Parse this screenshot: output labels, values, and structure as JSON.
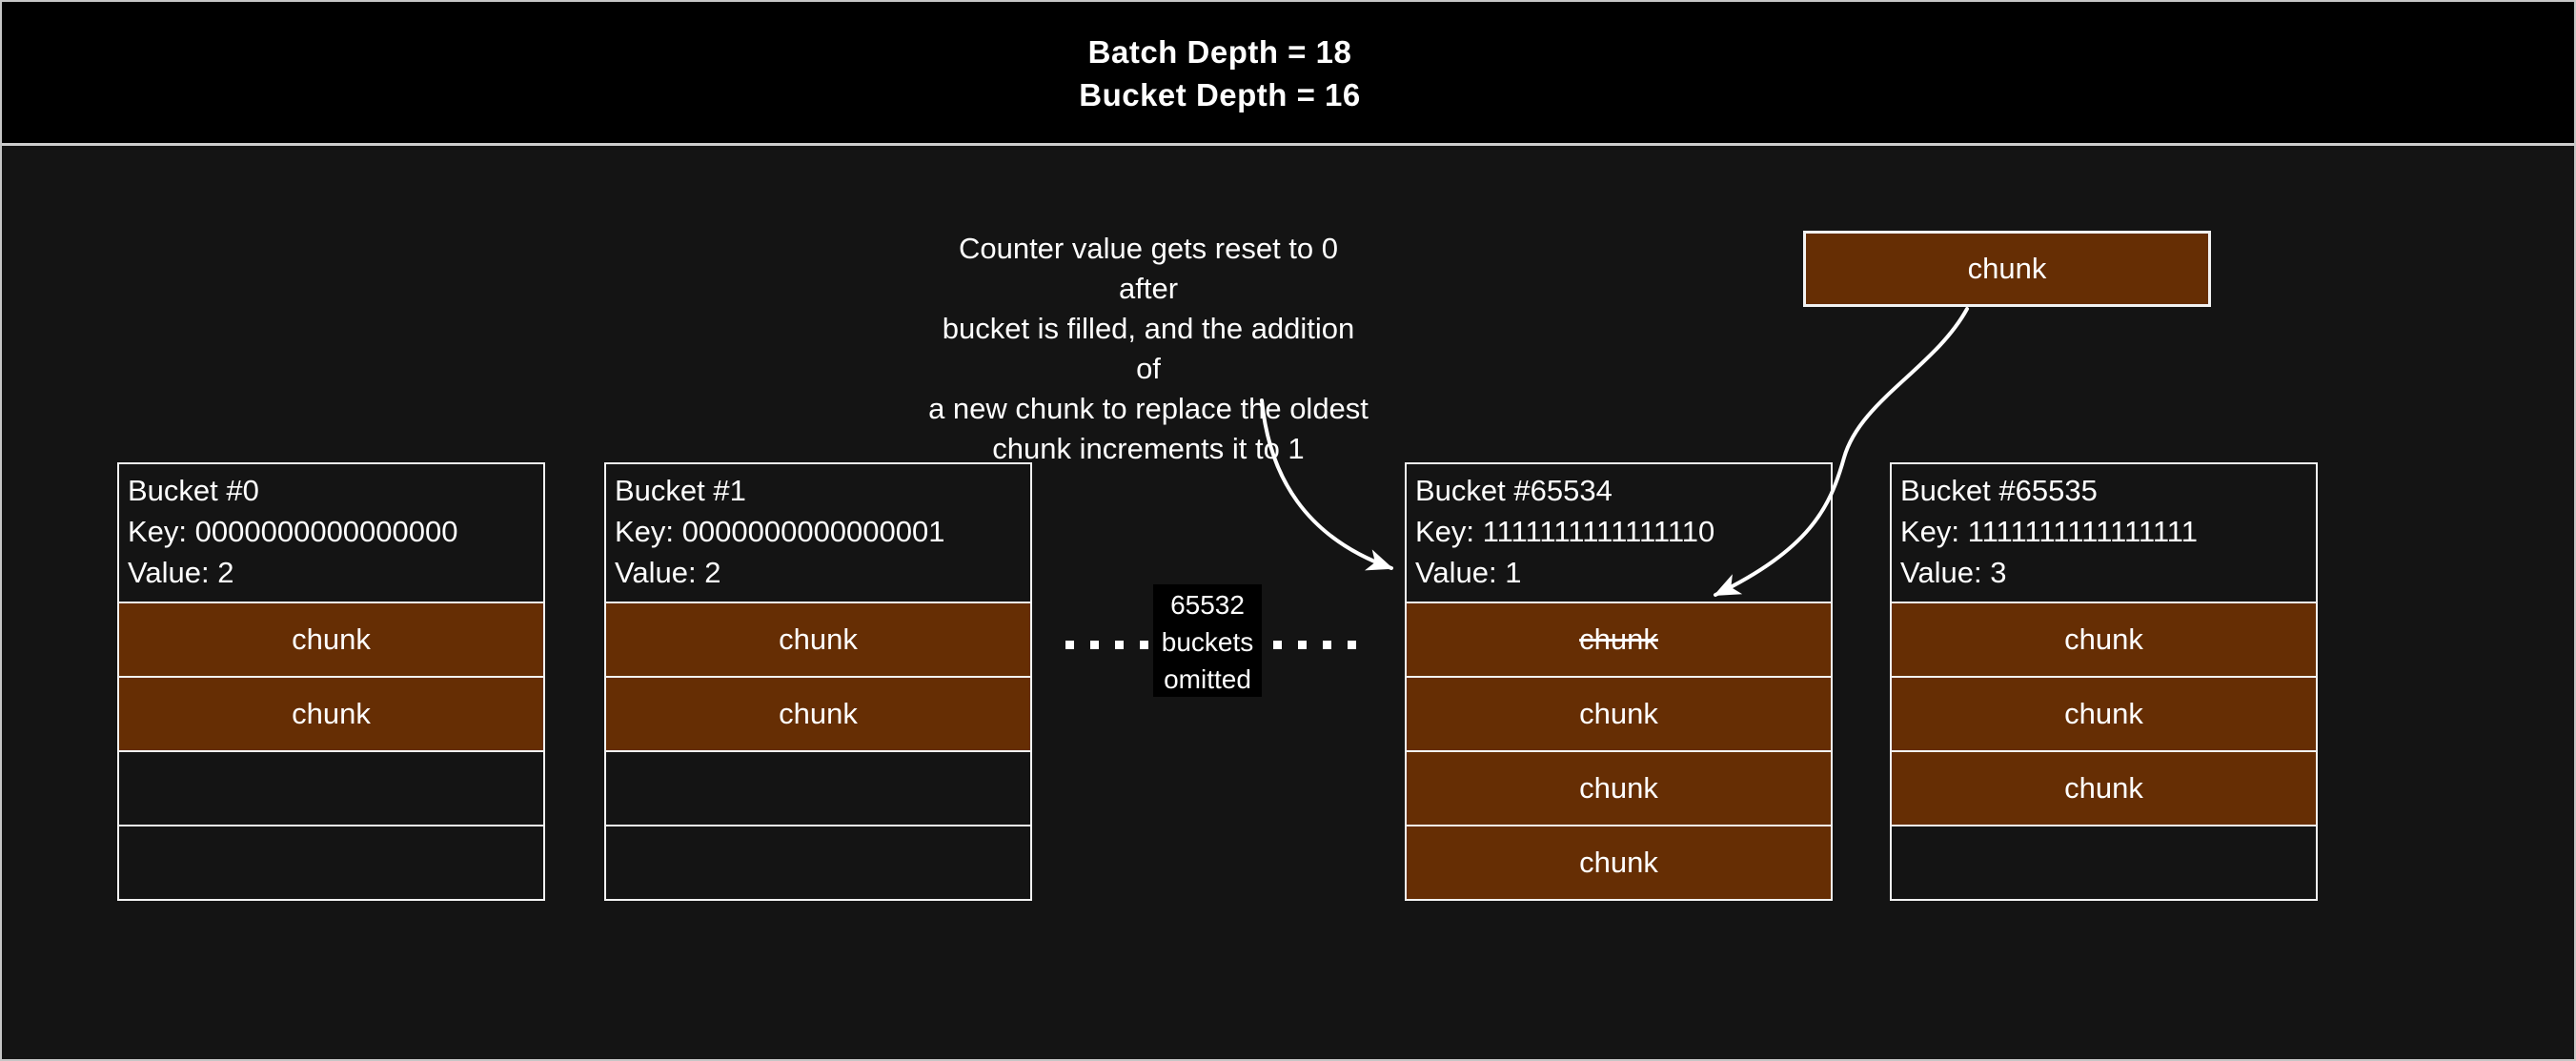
{
  "title": {
    "line1": "Batch Depth = 18",
    "line2": "Bucket Depth = 16"
  },
  "annotation": {
    "lines": [
      "Counter value gets reset to 0 after",
      "bucket is filled, and the addition of",
      "a new chunk to replace the oldest",
      "chunk increments it to 1"
    ]
  },
  "floating_chunk": {
    "label": "chunk"
  },
  "omitted": {
    "lines": [
      "65532",
      "buckets",
      "omitted"
    ]
  },
  "buckets": [
    {
      "title": "Bucket #0",
      "key": "Key: 0000000000000000",
      "value": "Value: 2",
      "slots": [
        {
          "label": "chunk",
          "filled": true,
          "struck": false
        },
        {
          "label": "chunk",
          "filled": true,
          "struck": false
        },
        {
          "label": "",
          "filled": false,
          "struck": false
        },
        {
          "label": "",
          "filled": false,
          "struck": false
        }
      ]
    },
    {
      "title": "Bucket #1",
      "key": "Key: 0000000000000001",
      "value": "Value: 2",
      "slots": [
        {
          "label": "chunk",
          "filled": true,
          "struck": false
        },
        {
          "label": "chunk",
          "filled": true,
          "struck": false
        },
        {
          "label": "",
          "filled": false,
          "struck": false
        },
        {
          "label": "",
          "filled": false,
          "struck": false
        }
      ]
    },
    {
      "title": "Bucket #65534",
      "key": "Key: 1111111111111110",
      "value": "Value: 1",
      "slots": [
        {
          "label": "chunk",
          "filled": true,
          "struck": true
        },
        {
          "label": "chunk",
          "filled": true,
          "struck": false
        },
        {
          "label": "chunk",
          "filled": true,
          "struck": false
        },
        {
          "label": "chunk",
          "filled": true,
          "struck": false
        }
      ]
    },
    {
      "title": "Bucket #65535",
      "key": "Key: 1111111111111111",
      "value": "Value: 3",
      "slots": [
        {
          "label": "chunk",
          "filled": true,
          "struck": false
        },
        {
          "label": "chunk",
          "filled": true,
          "struck": false
        },
        {
          "label": "chunk",
          "filled": true,
          "struck": false
        },
        {
          "label": "",
          "filled": false,
          "struck": false
        }
      ]
    }
  ],
  "colors": {
    "background": "#141414",
    "header_band": "#000000",
    "chunk_fill": "#662e04",
    "border": "#f2f2f2",
    "arrow": "#ffffff"
  }
}
